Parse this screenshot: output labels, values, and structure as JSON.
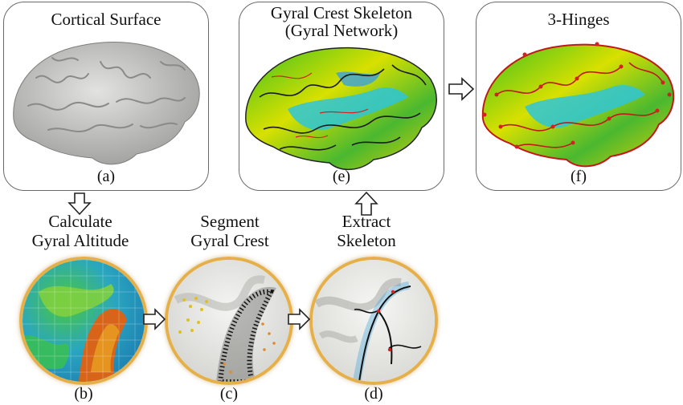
{
  "panels": {
    "a": {
      "title": "Cortical Surface",
      "label": "(a)"
    },
    "e": {
      "title_line1": "Gyral Crest Skeleton",
      "title_line2": "(Gyral Network)",
      "label": "(e)"
    },
    "f": {
      "title": "3-Hinges",
      "label": "(f)"
    }
  },
  "steps": {
    "b": {
      "line1": "Calculate",
      "line2": "Gyral Altitude",
      "label": "(b)"
    },
    "c": {
      "line1": "Segment",
      "line2": "Gyral Crest",
      "label": "(c)"
    },
    "d": {
      "line1": "Extract",
      "line2": "Skeleton",
      "label": "(d)"
    }
  },
  "colors": {
    "panel_border": "#6a6a6a",
    "circle_border": "#e5b04a",
    "brain_gray": "#c9c9c7",
    "altitude_high": "#e0e000",
    "altitude_low": "#2ec6d8",
    "crest_red": "#d42020"
  }
}
